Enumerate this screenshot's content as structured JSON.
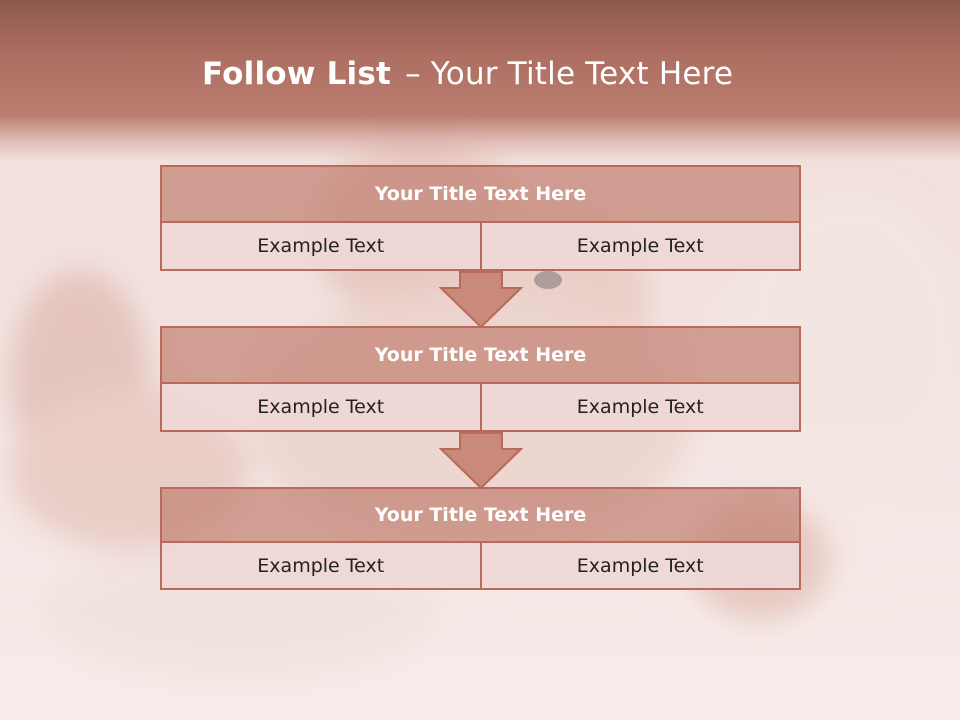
{
  "slide": {
    "title_bold": "Follow List",
    "title_separator": "–",
    "title_rest": "Your Title Text Here"
  },
  "blocks": [
    {
      "title": "Your Title Text Here",
      "left": "Example Text",
      "right": "Example Text"
    },
    {
      "title": "Your Title Text Here",
      "left": "Example Text",
      "right": "Example Text"
    },
    {
      "title": "Your Title Text Here",
      "left": "Example Text",
      "right": "Example Text"
    }
  ],
  "colors": {
    "header": "#ad6f62",
    "block_title_fill": "#c48274",
    "block_border": "#b86a5b",
    "cell_fill": "#eed8d6",
    "arrow_fill": "#c98a7c"
  }
}
